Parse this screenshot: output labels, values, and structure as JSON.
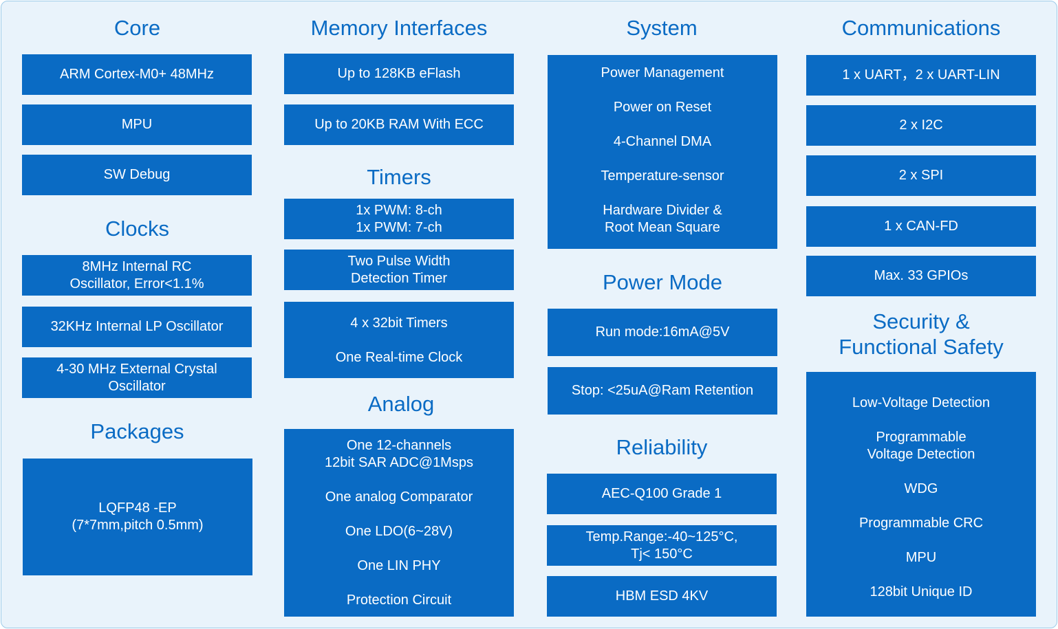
{
  "core": {
    "title": "Core",
    "items": [
      "ARM Cortex-M0+ 48MHz",
      "MPU",
      "SW Debug"
    ]
  },
  "clocks": {
    "title": "Clocks",
    "items": [
      [
        "8MHz Internal RC",
        "Oscillator, Error<1.1%"
      ],
      [
        "32KHz Internal LP Oscillator"
      ],
      [
        "4-30 MHz External Crystal",
        "Oscillator"
      ]
    ]
  },
  "packages": {
    "title": "Packages",
    "items": [
      [
        "LQFP48 -EP",
        "(7*7mm,pitch 0.5mm)"
      ]
    ]
  },
  "memory": {
    "title": "Memory Interfaces",
    "items": [
      "Up to 128KB eFlash",
      "Up to 20KB RAM With ECC"
    ]
  },
  "timers": {
    "title": "Timers",
    "items": [
      [
        "1x PWM: 8-ch",
        "1x PWM: 7-ch"
      ],
      [
        "Two Pulse Width",
        "Detection Timer"
      ]
    ],
    "list": [
      "4 x 32bit Timers",
      "One Real-time Clock"
    ]
  },
  "analog": {
    "title": "Analog",
    "list": [
      [
        "One 12-channels",
        "12bit SAR ADC@1Msps"
      ],
      [
        "One analog Comparator"
      ],
      [
        "One LDO(6~28V)"
      ],
      [
        "One LIN PHY"
      ],
      [
        "Protection Circuit"
      ]
    ]
  },
  "system": {
    "title": "System",
    "list": [
      [
        "Power Management"
      ],
      [
        "Power on Reset"
      ],
      [
        "4-Channel DMA"
      ],
      [
        "Temperature-sensor"
      ],
      [
        "Hardware Divider &",
        "Root Mean Square"
      ]
    ]
  },
  "power_mode": {
    "title": "Power Mode",
    "items": [
      "Run mode:16mA@5V",
      "Stop: <25uA@Ram Retention"
    ]
  },
  "reliability": {
    "title": "Reliability",
    "items": [
      [
        "AEC-Q100 Grade 1"
      ],
      [
        "Temp.Range:-40~125°C,",
        "Tj< 150°C"
      ],
      [
        "HBM ESD  4KV"
      ]
    ]
  },
  "communications": {
    "title": "Communications",
    "items": [
      "1 x UART，2 x UART-LIN",
      "2 x I2C",
      "2 x SPI",
      "1 x CAN-FD",
      "Max. 33 GPIOs"
    ]
  },
  "security": {
    "title_lines": [
      "Security &",
      "Functional Safety"
    ],
    "list": [
      [
        "Low-Voltage Detection"
      ],
      [
        "Programmable",
        "Voltage Detection"
      ],
      [
        "WDG"
      ],
      [
        "Programmable CRC"
      ],
      [
        "MPU"
      ],
      [
        "128bit Unique ID"
      ]
    ]
  },
  "colors": {
    "accent": "#0a6bc4",
    "background": "#e9f3fb",
    "border": "#9ccbe9",
    "box_text": "#ffffff"
  }
}
